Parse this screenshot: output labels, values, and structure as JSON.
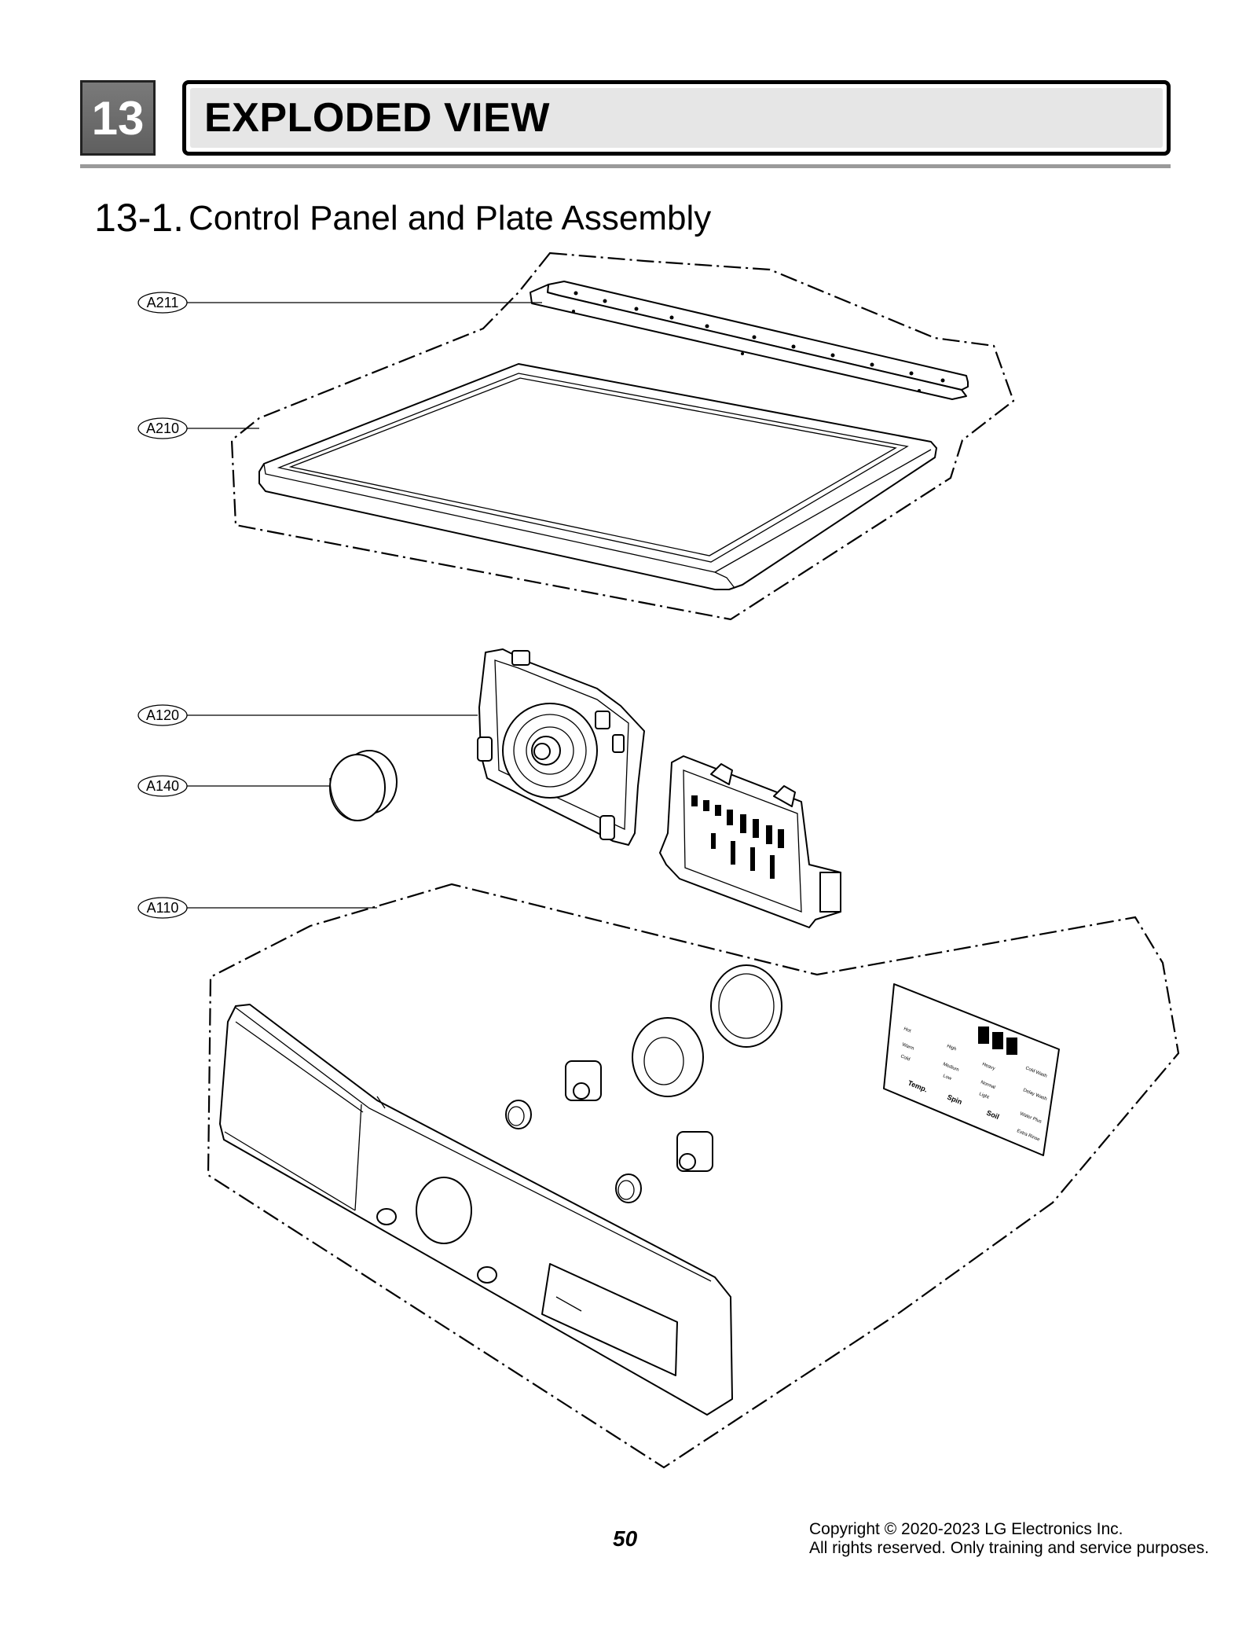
{
  "header": {
    "chapter_number": "13",
    "chapter_title": "EXPLODED VIEW"
  },
  "section": {
    "number": "13-1.",
    "title": "Control Panel and Plate Assembly"
  },
  "callouts": [
    "A211",
    "A210",
    "A120",
    "A140",
    "A110"
  ],
  "display_panel_labels": {
    "temp": "Temp.",
    "spin": "Spin",
    "soil": "Soil",
    "hot": "Hot",
    "warm": "Warm",
    "cold": "Cold",
    "high": "High",
    "medium": "Medium",
    "low": "Low",
    "heavy": "Heavy",
    "normal": "Normal",
    "light": "Light",
    "cold_wash": "Cold Wash",
    "delay_wash": "Delay Wash",
    "water_plus": "Water Plus",
    "extra_rinse": "Extra Rinse"
  },
  "footer": {
    "page_number": "50",
    "copyright_line1": "Copyright © 2020-2023  LG Electronics Inc.",
    "copyright_line2": "All rights reserved. Only training and service purposes."
  }
}
